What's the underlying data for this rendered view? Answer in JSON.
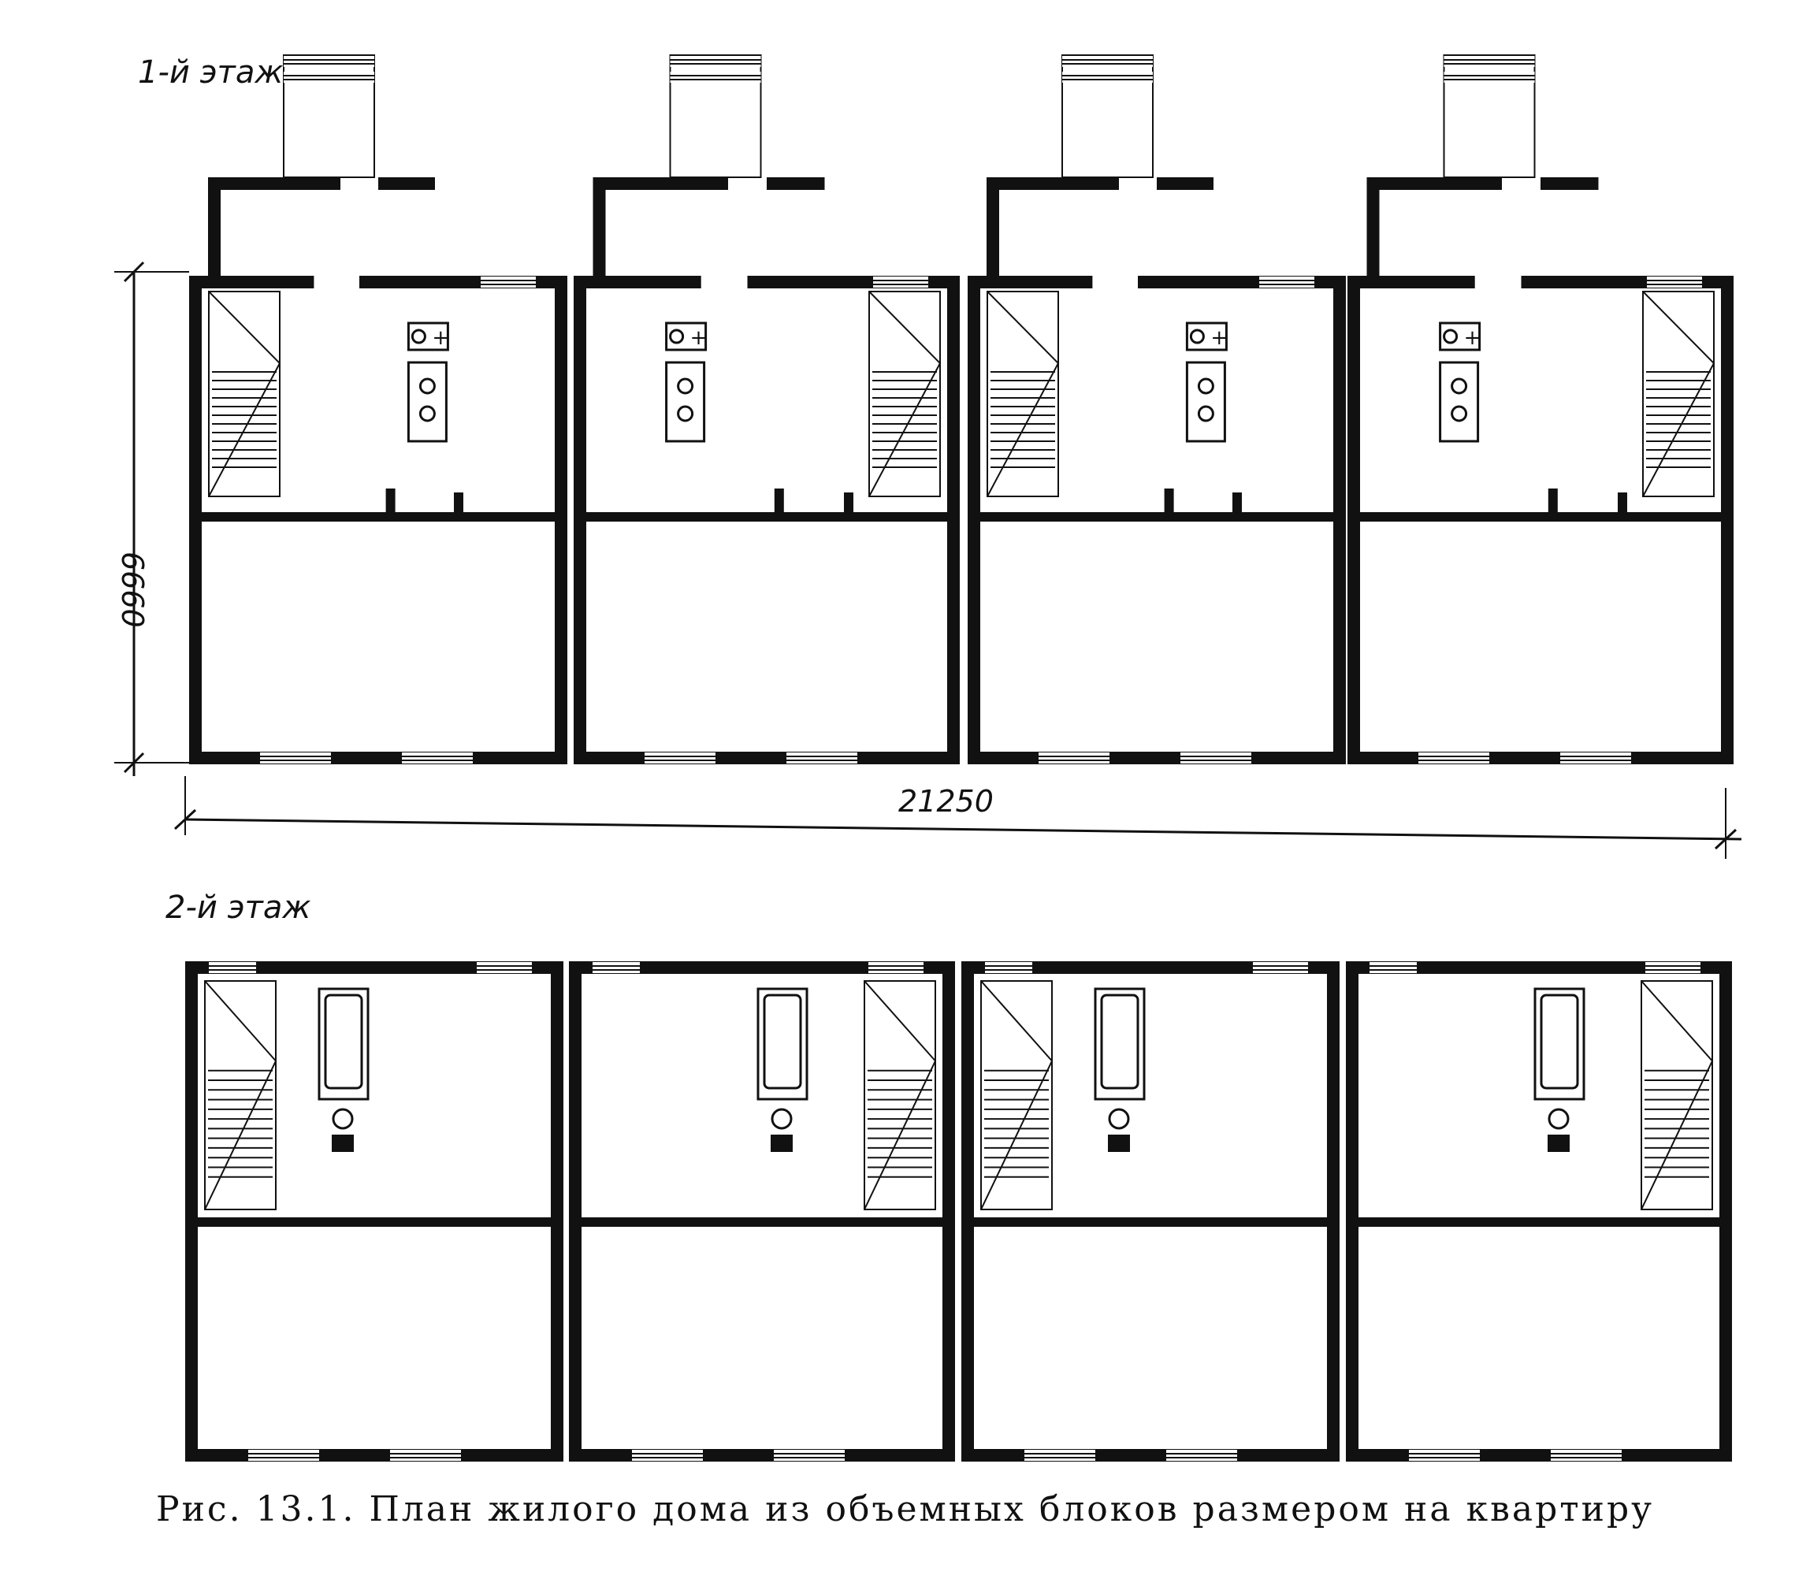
{
  "plan": {
    "floor1_label": "1-й этаж",
    "floor2_label": "2-й этаж",
    "dim_depth": "6660",
    "dim_width": "21250",
    "unit_count": 4
  },
  "caption": "Рис. 13.1. План жилого дома из объемных блоков размером на квартиру",
  "colors": {
    "wall": "#111111",
    "paper": "#ffffff"
  },
  "icons": [
    "wash-basin-icon",
    "stove-icon",
    "bathtub-icon",
    "toilet-icon",
    "stairs-icon",
    "window-icon"
  ]
}
